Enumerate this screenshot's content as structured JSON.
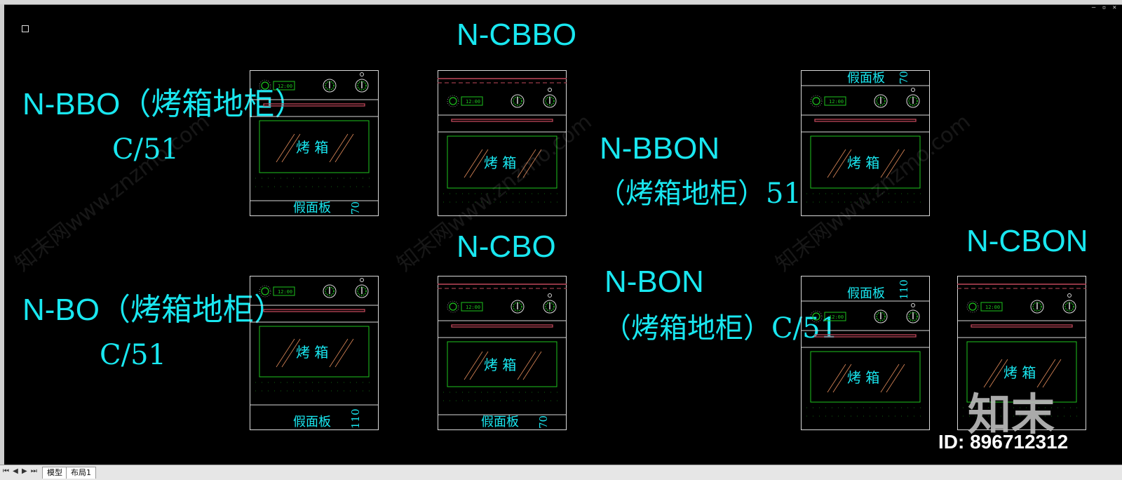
{
  "window": {
    "controls": "– ▫ ✕"
  },
  "labels": {
    "nbbo_name": "N-BBO（烤箱地柜）",
    "nbbo_sub": "C/51",
    "ncbbo_name": "N-CBBO",
    "nbbon_name": "N-BBON",
    "nbbon_sub": "（烤箱地柜）51",
    "nbo_name": "N-BO（烤箱地柜）",
    "nbo_sub": "C/51",
    "ncbo_name": "N-CBO",
    "nbon_name": "N-BON",
    "nbon_sub": "（烤箱地柜）C/51",
    "ncbon_name": "N-CBON"
  },
  "ovens": {
    "oven_word": "烤  箱",
    "panel_word": "假面板",
    "display_text": "12:00",
    "dim_70": "70",
    "dim_110": "110"
  },
  "watermark": {
    "text": "知末网www.znzmo.com",
    "brand": "知末",
    "id": "ID: 896712312"
  },
  "tabs": {
    "model": "模型",
    "layout": "布局1"
  },
  "nav_arrows": "⏮ ◀ ▶ ⏭",
  "colors": {
    "label": "#19e7f0",
    "line": "#d9d9d9",
    "green": "#1ec31e",
    "red": "#c0485a"
  }
}
